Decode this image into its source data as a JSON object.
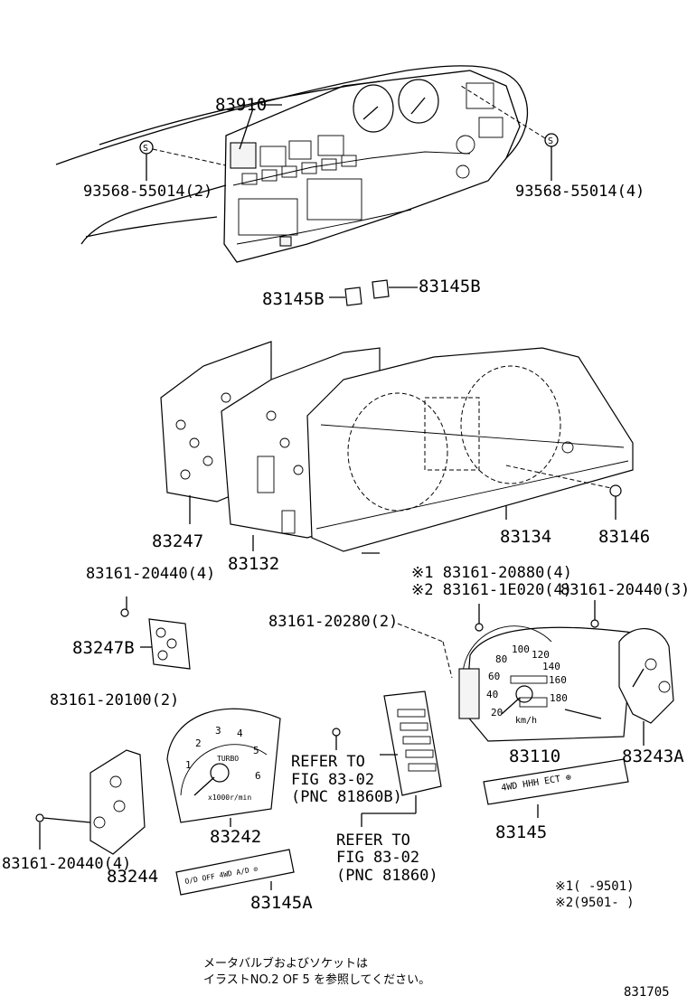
{
  "labels": {
    "p83910": "83910",
    "p93568_left": "93568-55014(2)",
    "p93568_right": "93568-55014(4)",
    "p83145B_left": "83145B",
    "p83145B_right": "83145B",
    "p83247": "83247",
    "p83132": "83132",
    "p83134": "83134",
    "p83146": "83146",
    "p83161_20440_a": "83161-20440(4)",
    "note1_line": "※1 83161-20880(4)",
    "note2_line": "※2 83161-1E020(4)",
    "p83161_20440_b": "83161-20440(3)",
    "p83161_20280": "83161-20280(2)",
    "p83247B": "83247B",
    "p83161_20100": "83161-20100(2)",
    "p83110": "83110",
    "p83243A": "83243A",
    "p83242": "83242",
    "p83145": "83145",
    "p83161_20440_c": "83161-20440(4)",
    "p83244": "83244",
    "p83145A": "83145A",
    "ref1_line1": "REFER TO",
    "ref1_line2": "FIG 83-02",
    "ref1_line3": "(PNC 81860B)",
    "ref2_line1": "REFER TO",
    "ref2_line2": "FIG 83-02",
    "ref2_line3": "(PNC 81860)",
    "legend1": "※1(      -9501)",
    "legend2": "※2(9501-      )",
    "jp_line1": "メータバルブおよびソケットは",
    "jp_line2": "イラストNO.2 OF 5 を参照してください。",
    "fig_number": "831705"
  },
  "gauge_text": {
    "tach_numbers": [
      "1",
      "2",
      "3",
      "4",
      "5",
      "6"
    ],
    "tach_turbo": "TURBO",
    "tach_unit": "x1000r/min",
    "speedo_numbers": [
      "20",
      "40",
      "60",
      "80",
      "100",
      "120",
      "140",
      "160",
      "180"
    ],
    "speedo_unit": "km/h"
  },
  "plate_text": {
    "p83145_text": "4WD  HHH  ECT  ⊕",
    "p83145A_text": "O/D OFF  4WD  A/D  ⊙"
  }
}
